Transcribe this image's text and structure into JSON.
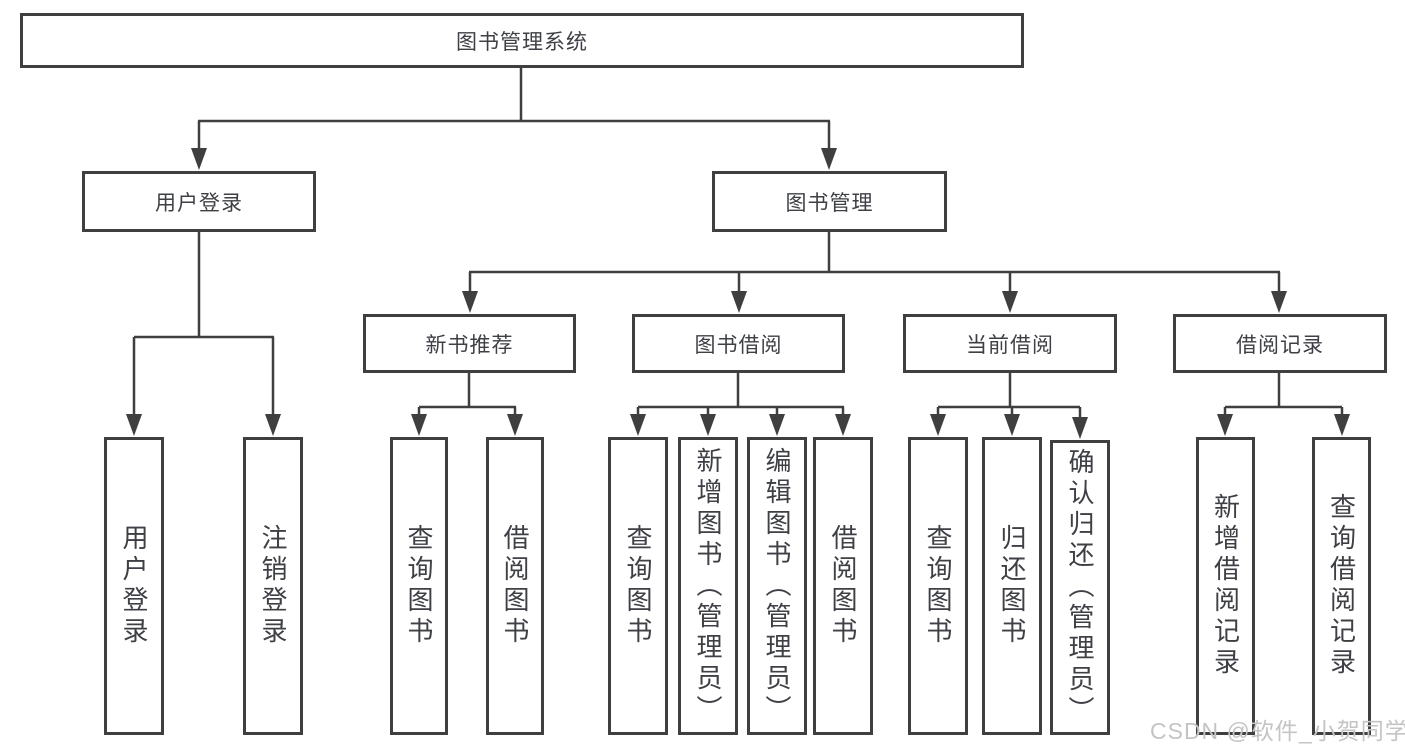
{
  "tree": {
    "label": "图书管理系统",
    "children": [
      {
        "label": "用户登录",
        "children": [
          {
            "label": "用户登录"
          },
          {
            "label": "注销登录"
          }
        ]
      },
      {
        "label": "图书管理",
        "children": [
          {
            "label": "新书推荐",
            "children": [
              {
                "label": "查询图书"
              },
              {
                "label": "借阅图书"
              }
            ]
          },
          {
            "label": "图书借阅",
            "children": [
              {
                "label": "查询图书"
              },
              {
                "label": "新增图书（管理员）"
              },
              {
                "label": "编辑图书（管理员）"
              },
              {
                "label": "借阅图书"
              }
            ]
          },
          {
            "label": "当前借阅",
            "children": [
              {
                "label": "查询图书"
              },
              {
                "label": "归还图书"
              },
              {
                "label": "确认归还（管理员）"
              }
            ]
          },
          {
            "label": "借阅记录",
            "children": [
              {
                "label": "新增借阅记录"
              },
              {
                "label": "查询借阅记录"
              }
            ]
          }
        ]
      }
    ]
  },
  "watermark": "CSDN @软件_小贺同学",
  "colors": {
    "line": "#3f3f3f",
    "text": "#3e4045",
    "watermark": "#c4c4c4",
    "background": "#ffffff"
  }
}
